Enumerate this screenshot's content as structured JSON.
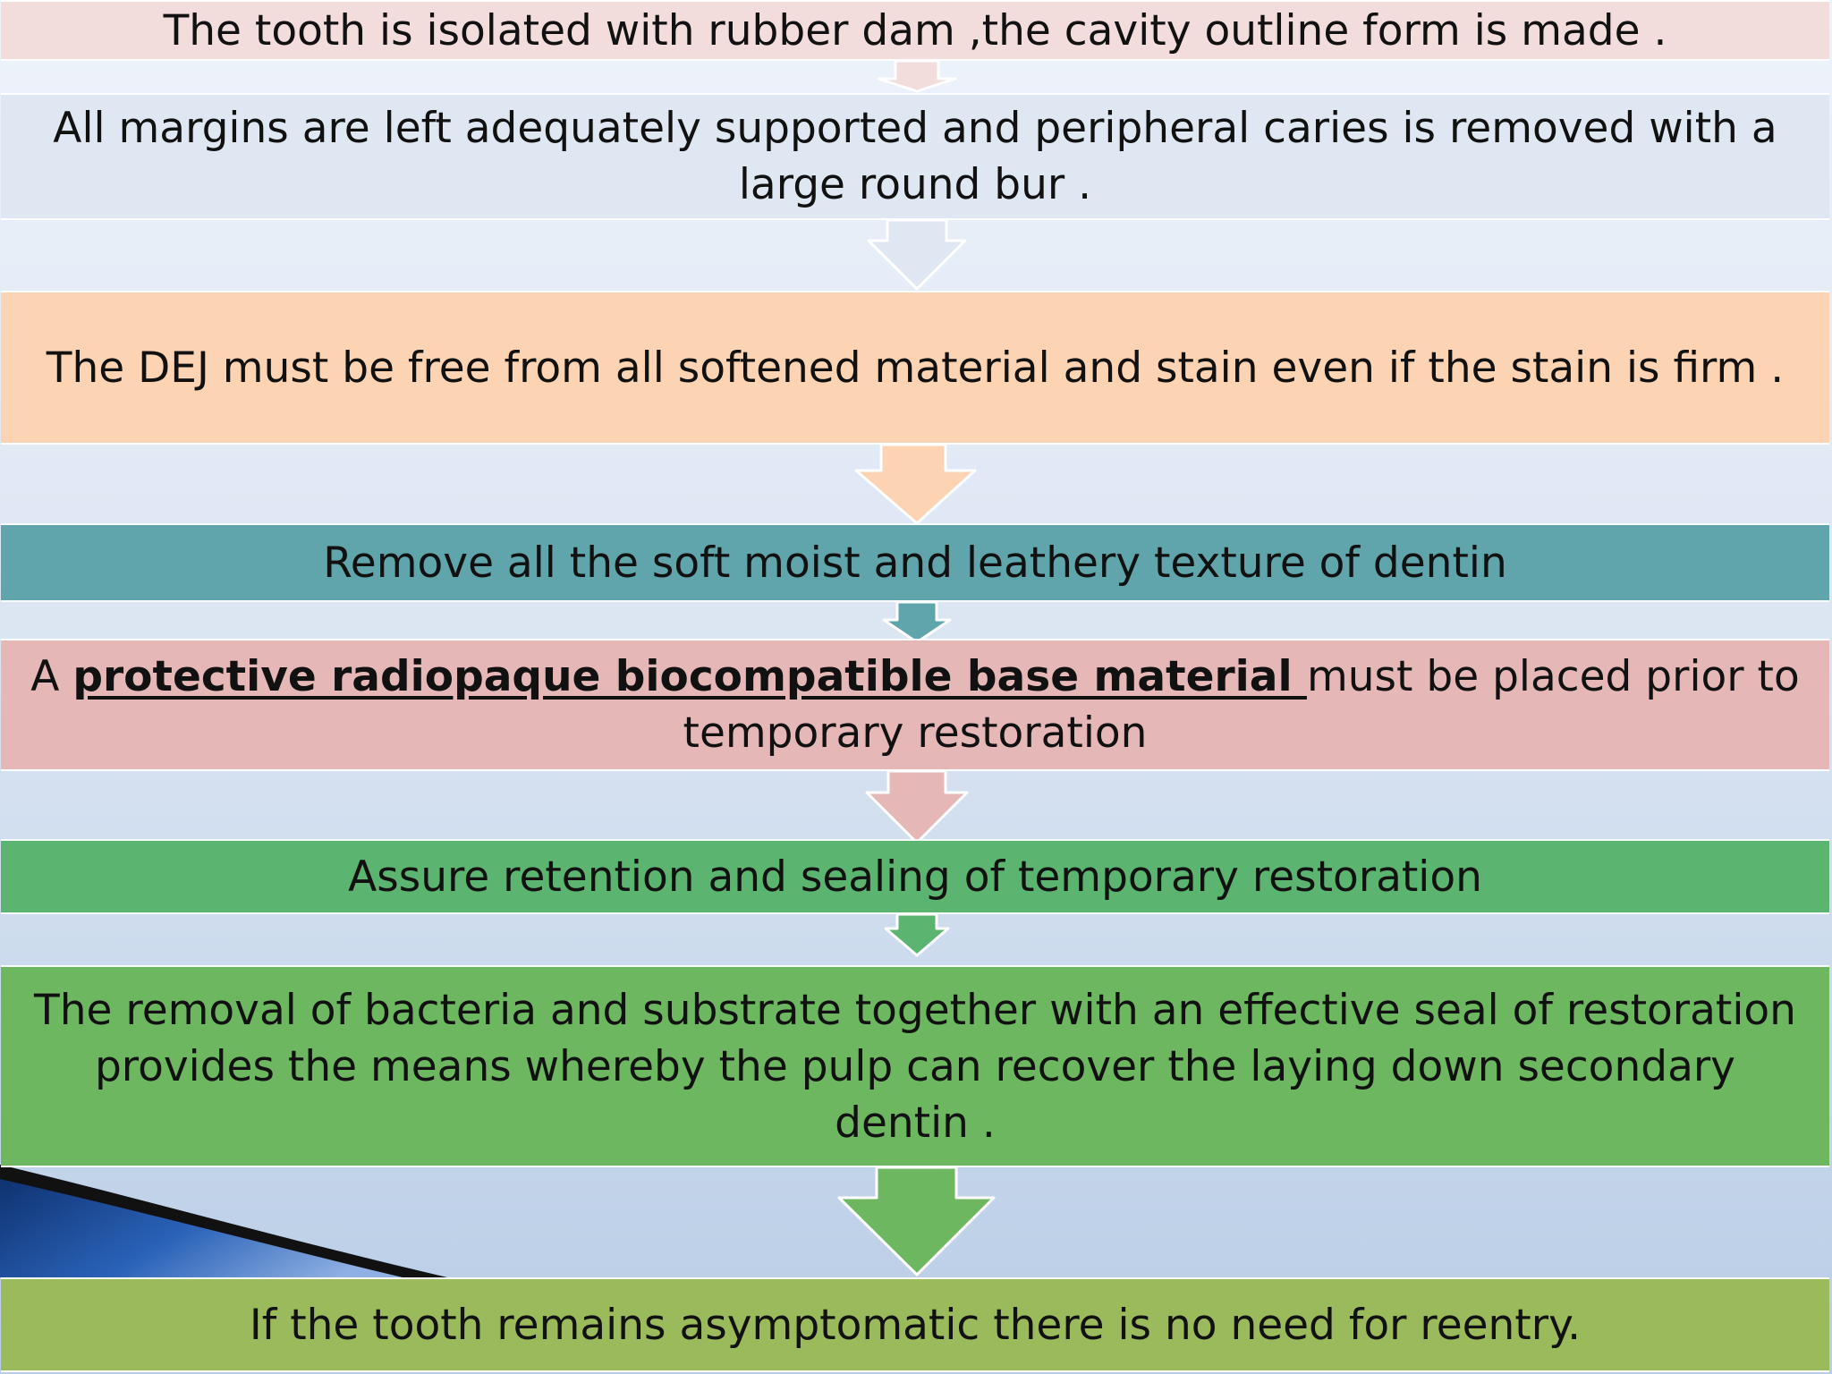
{
  "colors": {
    "step1": "#f3dcdc",
    "step2": "#dfe7f3",
    "step3": "#fdd4b3",
    "step4": "#5fa5ab",
    "step5": "#e5b7b7",
    "step6": "#5bb46f",
    "step7": "#6eb761",
    "step8": "#9bba5c"
  },
  "steps": [
    {
      "text": "The tooth is isolated with rubber dam ,the cavity outline form is made ."
    },
    {
      "text": "All margins are left adequately supported and peripheral caries is removed with a large round bur ."
    },
    {
      "text": "The DEJ must be free from all softened material and stain even if the stain is firm ."
    },
    {
      "text": "Remove all the soft moist and leathery texture of dentin"
    },
    {
      "prefix": "A ",
      "emphasis": "protective radiopaque biocompatible  base material ",
      "suffix": "must be placed prior to temporary restoration"
    },
    {
      "text": "Assure retention and sealing of temporary restoration"
    },
    {
      "text": "The removal of bacteria and substrate together with an effective seal of restoration provides the means whereby the pulp can recover the laying down secondary dentin ."
    },
    {
      "text": "If the tooth remains asymptomatic there is no need for reentry."
    }
  ]
}
